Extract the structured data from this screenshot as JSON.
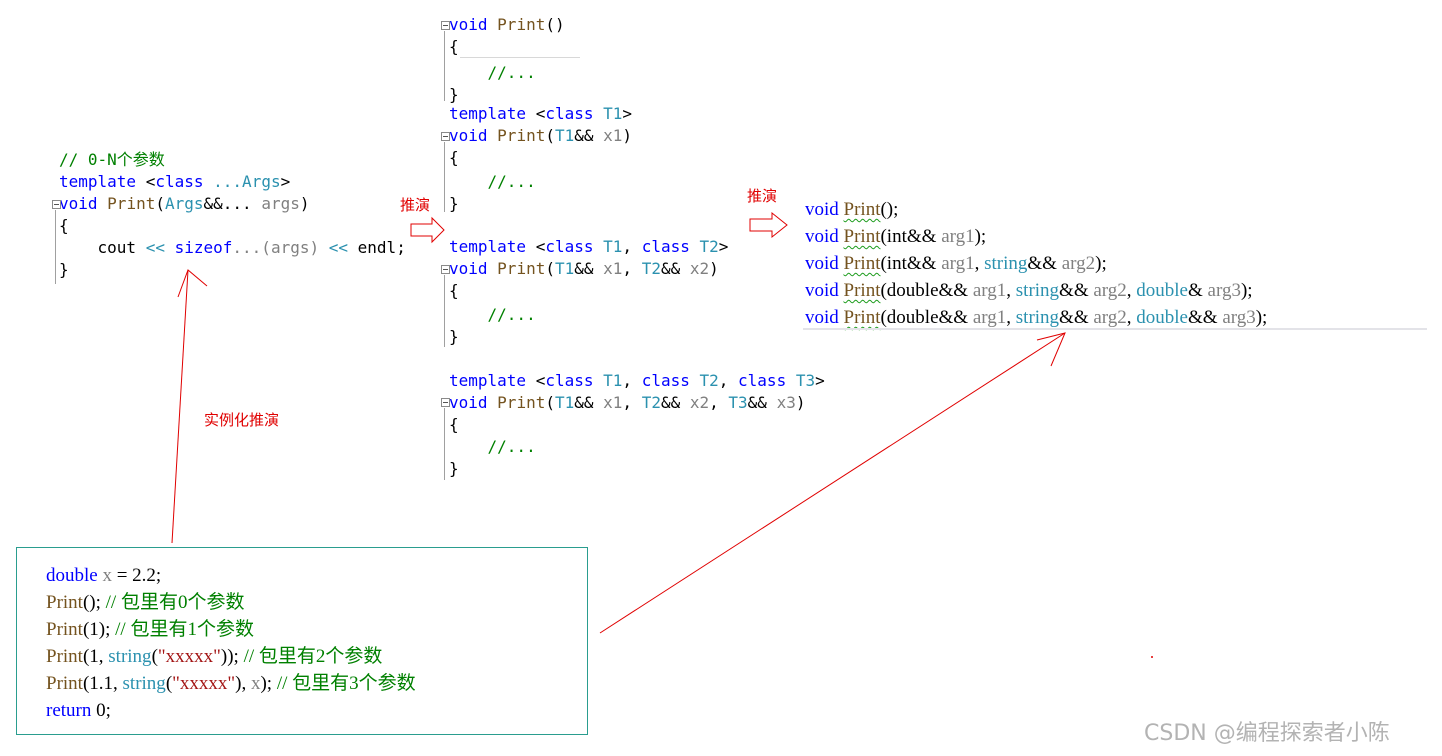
{
  "main_template": {
    "comment": "// 0-N个参数",
    "kw_template": "template",
    "kw_class": "class",
    "pack": "...Args",
    "kw_void": "void",
    "fn_print": "Print",
    "param_type": "Args",
    "param_op": "&&...",
    "param_name": "args",
    "brace_open": "{",
    "brace_close": "}",
    "body_cout": "cout",
    "body_shift": "<<",
    "body_sizeof": "sizeof",
    "body_args": "...(args)",
    "body_endl": "endl;"
  },
  "overloads": {
    "void": "void",
    "print": "Print",
    "template": "template",
    "class": "class",
    "t1": "T1",
    "t2": "T2",
    "t3": "T3",
    "x1": "x1",
    "x2": "x2",
    "x3": "x3",
    "amp": "&&",
    "body_comment": "//...",
    "open": "{",
    "close": "}"
  },
  "labels": {
    "deduce_1": "推演",
    "deduce_2": "推演",
    "instantiate": "实例化推演"
  },
  "instances": [
    {
      "name": "Print",
      "params": "();"
    },
    {
      "name": "Print",
      "pre": "(int&& ",
      "a1": "arg1",
      "post": ");"
    },
    {
      "name": "Print",
      "pre": "(int&& ",
      "a1": "arg1",
      "mid1": ", ",
      "ty2": "string",
      "amp2": "&& ",
      "a2": "arg2",
      "post": ");"
    },
    {
      "name": "Print",
      "pre": "(double&& ",
      "a1": "arg1",
      "mid1": ", ",
      "ty2": "string",
      "amp2": "&& ",
      "a2": "arg2",
      "mid2": ", ",
      "ty3": "double",
      "amp3": "& ",
      "a3": "arg3",
      "post": ");"
    },
    {
      "name": "Print",
      "pre": "(double&& ",
      "a1": "arg1",
      "mid1": ", ",
      "ty2": "string",
      "amp2": "&& ",
      "a2": "arg2",
      "mid2": ", ",
      "ty3": "double",
      "amp3": "&& ",
      "a3": "arg3",
      "post": ");"
    }
  ],
  "calls": {
    "l1_type": "double",
    "l1_var": "x",
    "l1_rest": " = 2.2;",
    "l2_fn": "Print",
    "l2_args": "();",
    "l2_cm": "// 包里有0个参数",
    "l3_fn": "Print",
    "l3_args": "(1);",
    "l3_cm": "// 包里有1个参数",
    "l4_fn": "Print",
    "l4_a": "(1, ",
    "l4_ty": "string",
    "l4_str": "\"xxxxx\"",
    "l4_b": "));",
    "l4_cm": "// 包里有2个参数",
    "l5_fn": "Print",
    "l5_a": "(1.1, ",
    "l5_ty": "string",
    "l5_str": "\"xxxxx\"",
    "l5_b": "), ",
    "l5_var": "x",
    "l5_c": ");",
    "l5_cm": "// 包里有3个参数",
    "l6_ret": "return",
    "l6_rest": " 0;"
  },
  "watermark": "CSDN @编程探索者小陈",
  "colors": {
    "keyword": "#0000ff",
    "type": "#2b91af",
    "function": "#74531f",
    "parameter": "#808080",
    "comment": "#008000",
    "string": "#a31515",
    "arrow": "#e00000",
    "box_border": "#2a9d8f"
  }
}
